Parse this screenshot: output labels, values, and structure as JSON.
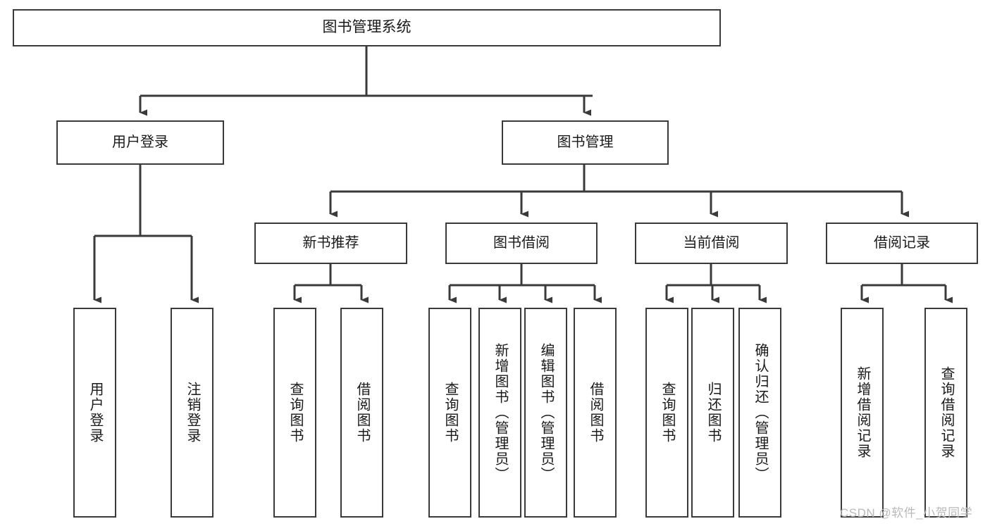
{
  "diagram": {
    "type": "tree",
    "orientation": "top-down",
    "root": {
      "label": "图书管理系统"
    },
    "level2": [
      {
        "label": "用户登录"
      },
      {
        "label": "图书管理"
      }
    ],
    "level3": [
      {
        "label": "新书推荐"
      },
      {
        "label": "图书借阅"
      },
      {
        "label": "当前借阅"
      },
      {
        "label": "借阅记录"
      }
    ],
    "leaves": {
      "user_login": [
        {
          "label": "用户登录"
        },
        {
          "label": "注销登录"
        }
      ],
      "new_book_recommend": [
        {
          "label": "查询图书"
        },
        {
          "label": "借阅图书"
        }
      ],
      "book_borrow": [
        {
          "label": "查询图书"
        },
        {
          "label": "新增图书（管理员）"
        },
        {
          "label": "编辑图书（管理员）"
        },
        {
          "label": "借阅图书"
        }
      ],
      "current_borrow": [
        {
          "label": "查询图书"
        },
        {
          "label": "归还图书"
        },
        {
          "label": "确认归还（管理员）"
        }
      ],
      "borrow_record": [
        {
          "label": "新增借阅记录"
        },
        {
          "label": "查询借阅记录"
        }
      ]
    }
  },
  "watermark": {
    "text": "CSDN @软件_小贺同学"
  },
  "colors": {
    "stroke": "#3a3a3a",
    "fill": "#ffffff",
    "text": "#1a1a1a",
    "watermark": "#b9b9b9"
  }
}
